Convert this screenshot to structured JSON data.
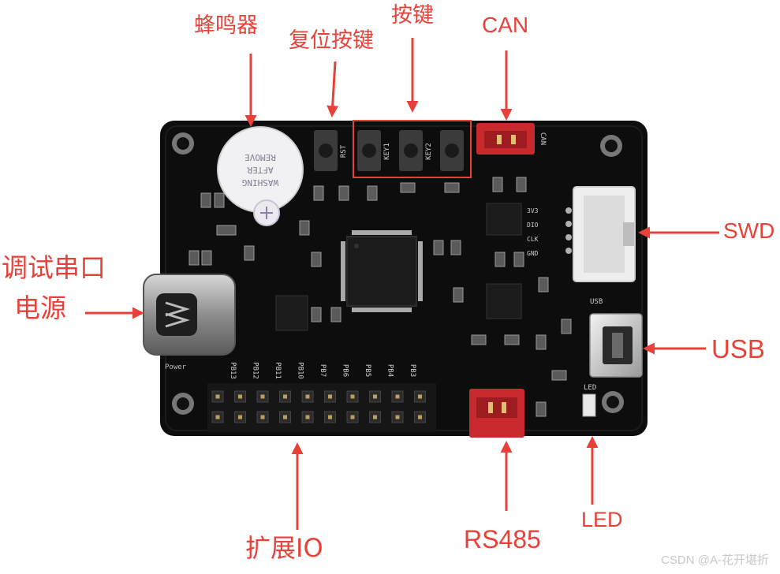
{
  "callouts": {
    "buzzer": "蜂鸣器",
    "reset_button": "复位按键",
    "keys": "按键",
    "can": "CAN",
    "swd": "SWD",
    "usb": "USB",
    "debug_power_line1": "调试串口",
    "debug_power_line2": "电源",
    "expansion_io": "扩展IO",
    "rs485": "RS485",
    "led": "LED"
  },
  "silkscreen": {
    "rst": "RST",
    "key1": "KEY1",
    "key2": "KEY2",
    "can_port": "CAN",
    "swd_pins": [
      "3V3",
      "DIO",
      "CLK",
      "GND"
    ],
    "usb_port": "USB",
    "power": "Power",
    "led": "LED",
    "io_pins": [
      "PB13",
      "PB12",
      "PB11",
      "PB10",
      "PB7",
      "PB6",
      "PB5",
      "PB4",
      "PB3"
    ],
    "buzzer_sticker": [
      "REMOVE",
      "AFTER",
      "WASHING"
    ]
  },
  "watermark": "CSDN @A-花开堪折",
  "colors": {
    "callout_red": "#e8413a",
    "pcb_black": "#0d0d0d",
    "connector_red": "#c9282d",
    "connector_white": "#eeeeee"
  }
}
